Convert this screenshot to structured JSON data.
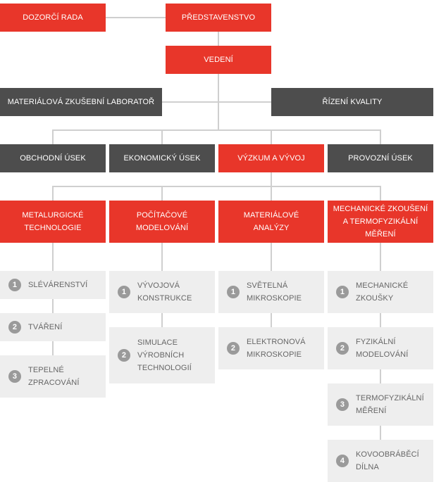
{
  "top": {
    "board": "DOZORČÍ RADA",
    "directors": "PŘEDSTAVENSTVO",
    "management": "VEDENÍ"
  },
  "staff": {
    "lab": "MATERIÁLOVÁ ZKUŠEBNÍ LABORATOŘ",
    "quality": "ŘÍZENÍ KVALITY"
  },
  "divisions": [
    "OBCHODNÍ ÚSEK",
    "EKONOMICKÝ ÚSEK",
    "VÝZKUM A VÝVOJ",
    "PROVOZNÍ ÚSEK"
  ],
  "departments": [
    {
      "title": "METALURGICKÉ\nTECHNOLOGIE",
      "units": [
        {
          "num": "1",
          "label": "SLÉVÁRENSTVÍ"
        },
        {
          "num": "2",
          "label": "TVÁŘENÍ"
        },
        {
          "num": "3",
          "label": "TEPELNÉ\nZPRACOVÁNÍ"
        }
      ]
    },
    {
      "title": "POČÍTAČOVÉ\nMODELOVÁNÍ",
      "units": [
        {
          "num": "1",
          "label": "VÝVOJOVÁ\nKONSTRUKCE"
        },
        {
          "num": "2",
          "label": "SIMULACE\nVÝROBNÍCH\nTECHNOLOGIÍ"
        }
      ]
    },
    {
      "title": "MATERIÁLOVÉ\nANALÝZY",
      "units": [
        {
          "num": "1",
          "label": "SVĚTELNÁ\nMIKROSKOPIE"
        },
        {
          "num": "2",
          "label": "ELEKTRONOVÁ\nMIKROSKOPIE"
        }
      ]
    },
    {
      "title": "MECHANICKÉ ZKOUŠENÍ\nA TERMOFYZIKÁLNÍ MĚŘENÍ",
      "units": [
        {
          "num": "1",
          "label": "MECHANICKÉ\nZKOUŠKY"
        },
        {
          "num": "2",
          "label": "FYZIKÁLNÍ\nMODELOVÁNÍ"
        },
        {
          "num": "3",
          "label": "TERMOFYZIKÁLNÍ\nMĚŘENÍ"
        },
        {
          "num": "4",
          "label": "KOVOOBRÁBĚCÍ\nDÍLNA"
        }
      ]
    }
  ]
}
